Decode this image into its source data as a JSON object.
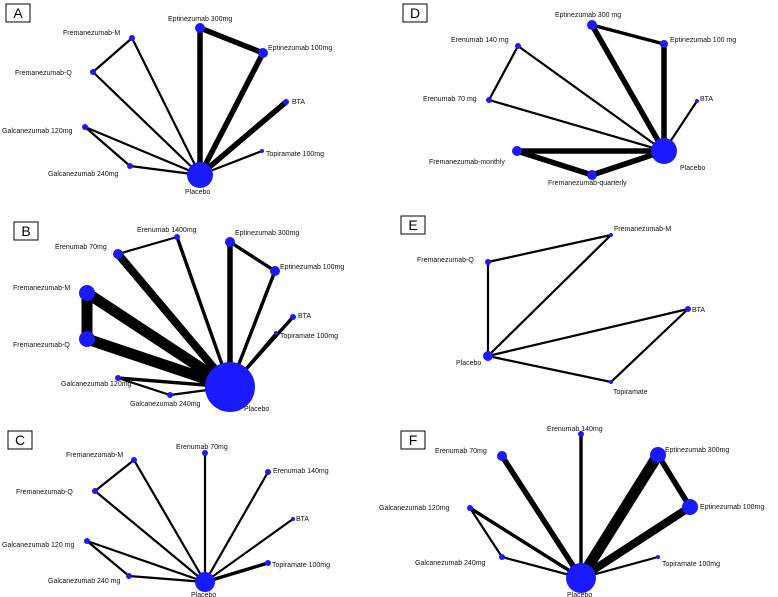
{
  "figure": {
    "node_color": "#1a1aff",
    "edge_color": "#000000",
    "panels": [
      {
        "id": "A",
        "label": "A",
        "nodes": [
          {
            "id": "fm",
            "label": "Fremanezumab-M"
          },
          {
            "id": "e300",
            "label": "Eptinezumab 300mg"
          },
          {
            "id": "e100",
            "label": "Eptinezumab 100mg"
          },
          {
            "id": "fq",
            "label": "Fremanezumab-Q"
          },
          {
            "id": "bta",
            "label": "BTA"
          },
          {
            "id": "g120",
            "label": "Galcanezumab 120mg"
          },
          {
            "id": "top",
            "label": "Topiramate 100mg"
          },
          {
            "id": "g240",
            "label": "Galcanezumab 240mg"
          },
          {
            "id": "pl",
            "label": "Placebo"
          }
        ],
        "edges": [
          {
            "from": "fm",
            "to": "fq",
            "weight": 1
          },
          {
            "from": "fm",
            "to": "pl",
            "weight": 1
          },
          {
            "from": "fq",
            "to": "pl",
            "weight": 1
          },
          {
            "from": "e300",
            "to": "e100",
            "weight": 3
          },
          {
            "from": "e300",
            "to": "pl",
            "weight": 3
          },
          {
            "from": "e100",
            "to": "pl",
            "weight": 3
          },
          {
            "from": "bta",
            "to": "pl",
            "weight": 3
          },
          {
            "from": "g120",
            "to": "g240",
            "weight": 1
          },
          {
            "from": "g120",
            "to": "pl",
            "weight": 1
          },
          {
            "from": "g240",
            "to": "pl",
            "weight": 1
          },
          {
            "from": "top",
            "to": "pl",
            "weight": 1
          }
        ]
      },
      {
        "id": "B",
        "label": "B",
        "nodes": [
          {
            "id": "e1400",
            "label": "Erenumab 1400mg"
          },
          {
            "id": "e300",
            "label": "Eptinezumab 300mg"
          },
          {
            "id": "e70",
            "label": "Erenumab 70mg"
          },
          {
            "id": "e100",
            "label": "Eptinezumab 100mg"
          },
          {
            "id": "fm",
            "label": "Fremanezumab-M"
          },
          {
            "id": "bta",
            "label": "BTA"
          },
          {
            "id": "fq",
            "label": "Fremanezumab-Q"
          },
          {
            "id": "top",
            "label": "Topiramate 100mg"
          },
          {
            "id": "g120",
            "label": "Galcanezumab 120mg"
          },
          {
            "id": "g240",
            "label": "Galcanezumab 240mg"
          },
          {
            "id": "pl",
            "label": "Placebo"
          }
        ],
        "edges": [
          {
            "from": "e70",
            "to": "e1400",
            "weight": 1
          },
          {
            "from": "e70",
            "to": "pl",
            "weight": 4
          },
          {
            "from": "e1400",
            "to": "pl",
            "weight": 2
          },
          {
            "from": "e300",
            "to": "e100",
            "weight": 2
          },
          {
            "from": "e300",
            "to": "pl",
            "weight": 3
          },
          {
            "from": "e100",
            "to": "pl",
            "weight": 2
          },
          {
            "from": "fm",
            "to": "fq",
            "weight": 5
          },
          {
            "from": "fm",
            "to": "pl",
            "weight": 5
          },
          {
            "from": "fq",
            "to": "pl",
            "weight": 5
          },
          {
            "from": "bta",
            "to": "pl",
            "weight": 2
          },
          {
            "from": "top",
            "to": "pl",
            "weight": 1
          },
          {
            "from": "g120",
            "to": "g240",
            "weight": 1
          },
          {
            "from": "g120",
            "to": "pl",
            "weight": 2
          },
          {
            "from": "g240",
            "to": "pl",
            "weight": 1
          }
        ]
      },
      {
        "id": "C",
        "label": "C",
        "nodes": [
          {
            "id": "fm",
            "label": "Fremanezumab-M"
          },
          {
            "id": "e70",
            "label": "Erenumab 70mg"
          },
          {
            "id": "e140",
            "label": "Erenumab 140mg"
          },
          {
            "id": "fq",
            "label": "Fremanezumab-Q"
          },
          {
            "id": "bta",
            "label": "BTA"
          },
          {
            "id": "g120",
            "label": "Galcanezumab 120 mg"
          },
          {
            "id": "top",
            "label": "Topiramate 100mg"
          },
          {
            "id": "g240",
            "label": "Galcanezumab 240 mg"
          },
          {
            "id": "pl",
            "label": "Placebo"
          }
        ],
        "edges": [
          {
            "from": "fm",
            "to": "fq",
            "weight": 1
          },
          {
            "from": "fm",
            "to": "pl",
            "weight": 1
          },
          {
            "from": "fq",
            "to": "pl",
            "weight": 1
          },
          {
            "from": "e70",
            "to": "pl",
            "weight": 1
          },
          {
            "from": "e140",
            "to": "pl",
            "weight": 1
          },
          {
            "from": "bta",
            "to": "pl",
            "weight": 1
          },
          {
            "from": "top",
            "to": "pl",
            "weight": 2
          },
          {
            "from": "g120",
            "to": "g240",
            "weight": 1
          },
          {
            "from": "g120",
            "to": "pl",
            "weight": 1
          },
          {
            "from": "g240",
            "to": "pl",
            "weight": 1
          }
        ]
      },
      {
        "id": "D",
        "label": "D",
        "nodes": [
          {
            "id": "e300",
            "label": "Eptinezumab 300 mg"
          },
          {
            "id": "e140",
            "label": "Erenumab 140 mg"
          },
          {
            "id": "e100",
            "label": "Eptinezumab 100 mg"
          },
          {
            "id": "e70",
            "label": "Erenumab 70 mg"
          },
          {
            "id": "bta",
            "label": "BTA"
          },
          {
            "id": "fmo",
            "label": "Fremanezumab-monthly"
          },
          {
            "id": "pl",
            "label": "Placebo"
          },
          {
            "id": "fqu",
            "label": "Fremanezumab-quarterly"
          }
        ],
        "edges": [
          {
            "from": "e140",
            "to": "e70",
            "weight": 1
          },
          {
            "from": "e140",
            "to": "pl",
            "weight": 1
          },
          {
            "from": "e70",
            "to": "pl",
            "weight": 1
          },
          {
            "from": "e300",
            "to": "e100",
            "weight": 2
          },
          {
            "from": "e300",
            "to": "pl",
            "weight": 3
          },
          {
            "from": "e100",
            "to": "pl",
            "weight": 3
          },
          {
            "from": "bta",
            "to": "pl",
            "weight": 1
          },
          {
            "from": "fmo",
            "to": "fqu",
            "weight": 3
          },
          {
            "from": "fmo",
            "to": "pl",
            "weight": 3
          },
          {
            "from": "fqu",
            "to": "pl",
            "weight": 3
          }
        ]
      },
      {
        "id": "E",
        "label": "E",
        "nodes": [
          {
            "id": "fm",
            "label": "Fremanezumab-M"
          },
          {
            "id": "fq",
            "label": "Fremanezumab-Q"
          },
          {
            "id": "bta",
            "label": "BTA"
          },
          {
            "id": "pl",
            "label": "Placebo"
          },
          {
            "id": "top",
            "label": "Topiramate"
          }
        ],
        "edges": [
          {
            "from": "fm",
            "to": "fq",
            "weight": 1
          },
          {
            "from": "fm",
            "to": "pl",
            "weight": 1
          },
          {
            "from": "fq",
            "to": "pl",
            "weight": 1
          },
          {
            "from": "bta",
            "to": "pl",
            "weight": 1
          },
          {
            "from": "bta",
            "to": "top",
            "weight": 1
          },
          {
            "from": "top",
            "to": "pl",
            "weight": 1
          }
        ]
      },
      {
        "id": "F",
        "label": "F",
        "nodes": [
          {
            "id": "e140",
            "label": "Erenumab 140mg"
          },
          {
            "id": "e70",
            "label": "Erenumab 70mg"
          },
          {
            "id": "e300",
            "label": "Eptinezumab 300mg"
          },
          {
            "id": "g120",
            "label": "Galcanezumab 120mg"
          },
          {
            "id": "e100",
            "label": "Eptinezumab 100mg"
          },
          {
            "id": "g240",
            "label": "Galcanezumab 240mg"
          },
          {
            "id": "top",
            "label": "Topiramate 100mg"
          },
          {
            "id": "pl",
            "label": "Placebo"
          }
        ],
        "edges": [
          {
            "from": "e70",
            "to": "pl",
            "weight": 3
          },
          {
            "from": "e140",
            "to": "pl",
            "weight": 2
          },
          {
            "from": "e300",
            "to": "e100",
            "weight": 3
          },
          {
            "from": "e300",
            "to": "pl",
            "weight": 5
          },
          {
            "from": "e100",
            "to": "pl",
            "weight": 4
          },
          {
            "from": "g120",
            "to": "g240",
            "weight": 1
          },
          {
            "from": "g120",
            "to": "pl",
            "weight": 2
          },
          {
            "from": "g240",
            "to": "pl",
            "weight": 1
          },
          {
            "from": "top",
            "to": "pl",
            "weight": 1
          }
        ]
      }
    ]
  }
}
